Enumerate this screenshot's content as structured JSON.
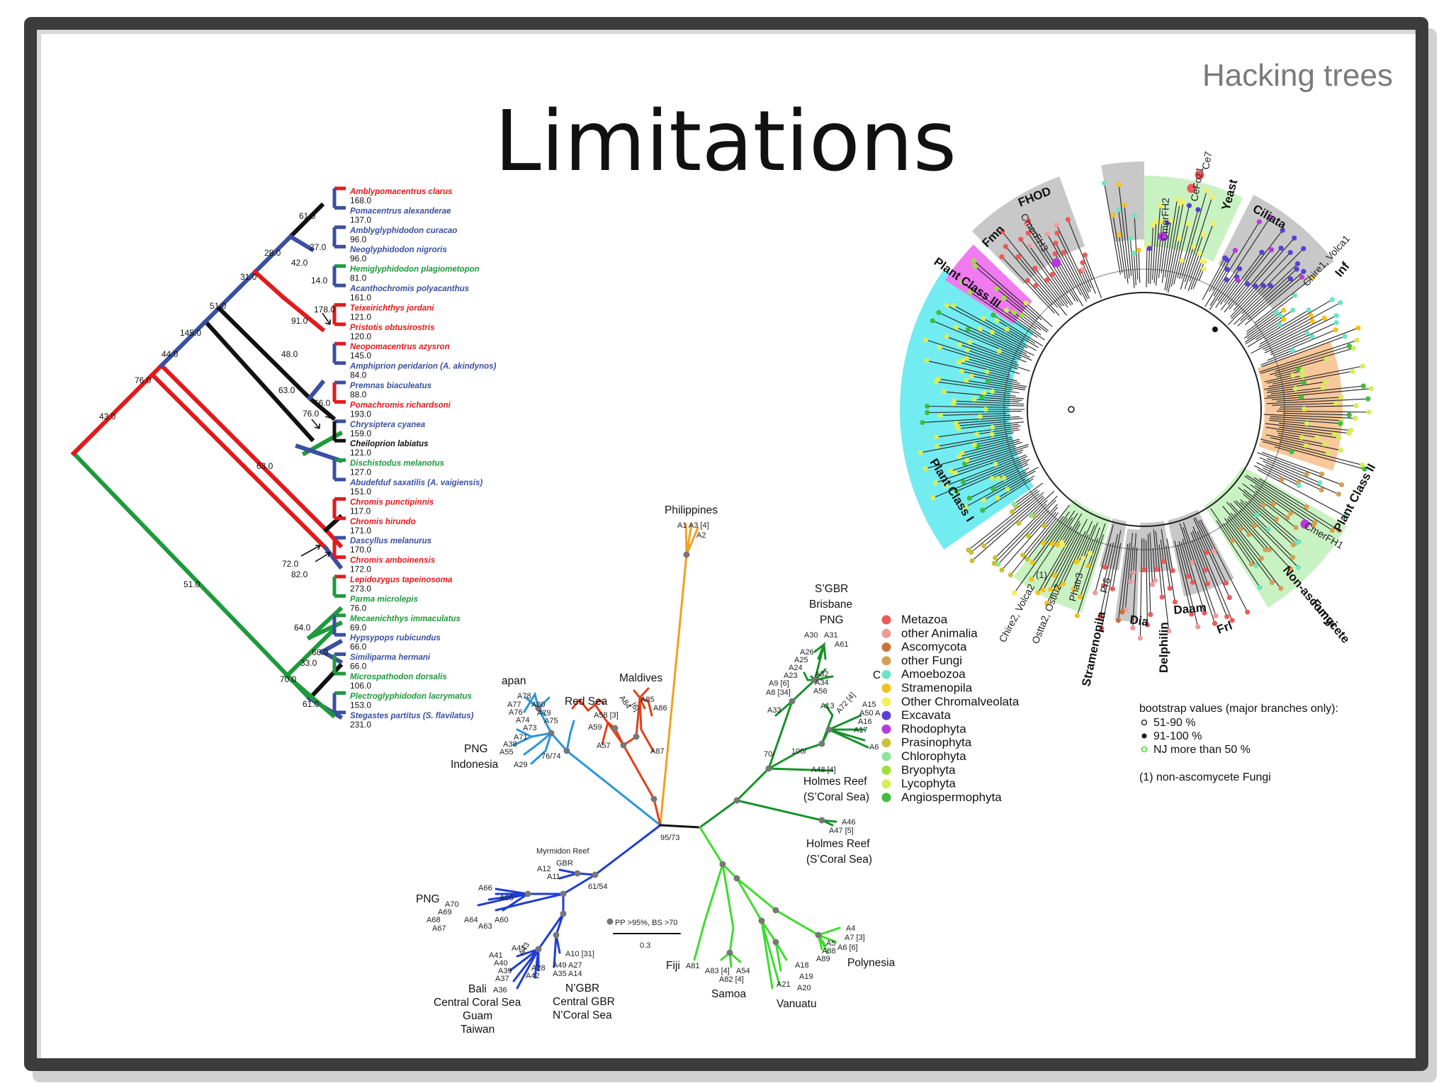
{
  "slide": {
    "header_tag": "Hacking trees",
    "title": "Limitations"
  },
  "colors": {
    "red": "#e31a1c",
    "blue": "#3a4fa2",
    "green": "#1e9a3c",
    "black": "#111111"
  },
  "fish_tree": {
    "taxa": [
      {
        "name": "Amblypomacentrus clarus",
        "value": "168.0",
        "color": "#e31a1c"
      },
      {
        "name": "Pomacentrus alexanderae",
        "value": "137.0",
        "color": "#3a4fa2"
      },
      {
        "name": "Amblyglyphidodon curacao",
        "value": "96.0",
        "color": "#3a4fa2"
      },
      {
        "name": "Neoglyphidodon nigroris",
        "value": "96.0",
        "color": "#3a4fa2"
      },
      {
        "name": "Hemiglyphidodon plagiometopon",
        "value": "81.0",
        "color": "#1e9a3c"
      },
      {
        "name": "Acanthochromis polyacanthus",
        "value": "161.0",
        "color": "#3a4fa2"
      },
      {
        "name": "Teixeirichthys jordani",
        "value": "121.0",
        "color": "#e31a1c"
      },
      {
        "name": "Pristotis obtusirostris",
        "value": "120.0",
        "color": "#e31a1c"
      },
      {
        "name": "Neopomacentrus azysron",
        "value": "145.0",
        "color": "#e31a1c"
      },
      {
        "name": "Amphiprion peridarion (A. akindynos)",
        "value": "84.0",
        "color": "#3a4fa2"
      },
      {
        "name": "Premnas biaculeatus",
        "value": "88.0",
        "color": "#3a4fa2"
      },
      {
        "name": "Pomachromis richardsoni",
        "value": "193.0",
        "color": "#e31a1c"
      },
      {
        "name": "Chrysiptera cyanea",
        "value": "159.0",
        "color": "#3a4fa2"
      },
      {
        "name": "Cheiloprion labiatus",
        "value": "121.0",
        "color": "#111111"
      },
      {
        "name": "Dischistodus melanotus",
        "value": "127.0",
        "color": "#1e9a3c"
      },
      {
        "name": "Abudefduf saxatilis (A. vaigiensis)",
        "value": "151.0",
        "color": "#3a4fa2"
      },
      {
        "name": "Chromis punctipinnis",
        "value": "117.0",
        "color": "#e31a1c"
      },
      {
        "name": "Chromis hirundo",
        "value": "171.0",
        "color": "#e31a1c"
      },
      {
        "name": "Dascyllus melanurus",
        "value": "170.0",
        "color": "#3a4fa2"
      },
      {
        "name": "Chromis amboinensis",
        "value": "172.0",
        "color": "#e31a1c"
      },
      {
        "name": "Lepidozygus tapeinosoma",
        "value": "273.0",
        "color": "#e31a1c"
      },
      {
        "name": "Parma microlepis",
        "value": "76.0",
        "color": "#1e9a3c"
      },
      {
        "name": "Mecaenichthys immaculatus",
        "value": "69.0",
        "color": "#1e9a3c"
      },
      {
        "name": "Hypsypops rubicundus",
        "value": "66.0",
        "color": "#3a4fa2"
      },
      {
        "name": "Similiparma hermani",
        "value": "66.0",
        "color": "#3a4fa2"
      },
      {
        "name": "Microspathodon dorsalis",
        "value": "106.0",
        "color": "#1e9a3c"
      },
      {
        "name": "Plectroglyphidodon lacrymatus",
        "value": "153.0",
        "color": "#1e9a3c"
      },
      {
        "name": "Stegastes partitus (S. flavilatus)",
        "value": "231.0",
        "color": "#3a4fa2"
      }
    ],
    "node_labels": {
      "n1": "61.0",
      "n2": "27.0",
      "n3": "28.0",
      "n4": "42.0",
      "n5": "14.0",
      "n6": "31.0",
      "n7": "178.0",
      "n8": "91.0",
      "n9": "51.0",
      "n10": "145.0",
      "n11": "48.0",
      "n12": "44.0",
      "n13": "76.0",
      "n14": "63.0",
      "n15": "66.0",
      "n16": "76.0",
      "n17": "43.0",
      "n18": "63.0",
      "n19": "72.0",
      "n20": "82.0",
      "n21": "51.0",
      "n22": "64.0",
      "n23": "68.0",
      "n24": "33.0",
      "n25": "70.0",
      "n26": "61.0"
    }
  },
  "unrooted_tree": {
    "regions": {
      "philippines": "Philippines",
      "maldives": "Maldives",
      "red_sea": "Red Sea",
      "japan": "apan",
      "png_indo_1": "PNG",
      "png_indo_2": "Indonesia",
      "sgbr_1": "S’GBR",
      "sgbr_2": "Brisbane",
      "sgbr_3": "PNG",
      "holmes1_1": "Holmes Reef",
      "holmes1_2": "(S’Coral Sea)",
      "holmes2_1": "Holmes Reef",
      "holmes2_2": "(S’Coral Sea)",
      "myrmidon": "Myrmidon Reef",
      "gbr": "GBR",
      "png_b": "PNG",
      "bali_1": "Bali",
      "bali_2": "Central Coral Sea",
      "bali_3": "Guam",
      "bali_4": "Taiwan",
      "ngbr_1": "N’GBR",
      "ngbr_2": "Central GBR",
      "ngbr_3": "N’Coral Sea",
      "fiji": "Fiji",
      "samoa": "Samoa",
      "vanuatu": "Vanuatu",
      "polynesia": "Polynesia",
      "clip": "C"
    },
    "support": {
      "s1": "95/73",
      "s2": "76/74",
      "s3": "61/54",
      "s4": "70/",
      "s5": "100/"
    },
    "legend_text": "PP >95%, BS >70",
    "scale_text": "0.3",
    "clade_labels": {
      "ph": "A1 A3 [4]",
      "ph2": "A2",
      "md1": "A84",
      "md2": "[6]",
      "md3": "A85",
      "md4": "A86",
      "md5": "A87",
      "rs1": "A58 [3]",
      "rs2": "A59",
      "rs3": "A57",
      "jp1": "A78",
      "jp2": "A77",
      "jp3": "A76",
      "jp4": "A80",
      "jp5": "A79",
      "jp6": "A74",
      "jp7": "A75",
      "jp8": "A73",
      "jp9": "A71",
      "jp10": "A38",
      "jp11": "A55",
      "jp12": "A29",
      "sg1": "A30",
      "sg2": "A31",
      "sg3": "A61",
      "sg4": "A26",
      "sg5": "A25",
      "sg6": "A24",
      "sg7": "A23",
      "sg8": "A32",
      "sg9": "A9 [6]",
      "sg10": "A34",
      "sg11": "A8 [34]",
      "sg12": "A56",
      "sg13": "A33",
      "sg14": "A13",
      "sg15": "A72 [4]",
      "sg16": "A15",
      "sg17": "A50 A",
      "sg18": "A16",
      "sg19": "A17",
      "sg20": "A6",
      "hr1": "A48 [4]",
      "hr2": "A46",
      "hr3": "A47 [5]",
      "my1": "A12",
      "my2": "A11",
      "pb1": "A66",
      "pb2": "A65",
      "pb3": "A70",
      "pb4": "A69",
      "pb5": "A68",
      "pb6": "A64",
      "pb7": "A60",
      "pb8": "A67",
      "pb9": "A63",
      "bl1": "A45",
      "bl2": "A41",
      "bl3": "A40",
      "bl4": "A39",
      "bl5": "A37",
      "bl6": "A36",
      "bl7": "A28",
      "bl8": "A42",
      "bl9": "A43",
      "ng1": "A10 [31]",
      "ng2": "A49 A27",
      "ng3": "A35 A14",
      "fj1": "A81",
      "sm1": "A83 [4]",
      "sm2": "A54",
      "sm3": "A82 [4]",
      "vn1": "A18",
      "vn2": "A19",
      "vn3": "A20",
      "vn4": "A21",
      "py1": "A4",
      "py2": "A7 [3]",
      "py3": "A5",
      "py4": "A6 [6]",
      "py5": "A88",
      "py6": "A89"
    }
  },
  "circular_tree": {
    "clades": {
      "fhod": "FHOD",
      "fmn": "Fmn",
      "cmerfh3": "CmerFH3",
      "plant3": "Plant Class III",
      "plant1": "Plant Class I",
      "plant2": "Plant Class II",
      "yeast": "Yeast",
      "ciliata": "Ciliata",
      "inf": "Inf",
      "chire1": "Chire1, Volca1",
      "cmerfh2": "CmerFH2",
      "cefoz": "CeFoz1",
      "ce7": "Ce7",
      "cmerfh1": "CmerFH1",
      "nonasco1": "Non-ascomycete",
      "nonasco2": "Fungi",
      "frl": "Frl",
      "daam": "Daam",
      "delphilin": "Delphilin",
      "dia": "Dia",
      "strameno": "Stramenopila",
      "phatr3": "Phatr3",
      "pr5": "Pr5",
      "ostta": "Ostta2, Ostlu2",
      "chire2": "Chire2, Volca2",
      "one": "(1)"
    },
    "legend": [
      {
        "label": "Metazoa",
        "color": "#ee5a5a"
      },
      {
        "label": "other Animalia",
        "color": "#f09a9a"
      },
      {
        "label": "Ascomycota",
        "color": "#c6733a"
      },
      {
        "label": "other Fungi",
        "color": "#d4a055"
      },
      {
        "label": "Amoebozoa",
        "color": "#6fe3c6"
      },
      {
        "label": "Stramenopila",
        "color": "#f2c21b"
      },
      {
        "label": "Other Chromalveolata",
        "color": "#f3ee62"
      },
      {
        "label": "Excavata",
        "color": "#5a3fd6"
      },
      {
        "label": "Rhodophyta",
        "color": "#b73ae0"
      },
      {
        "label": "Prasinophyta",
        "color": "#c8c23a"
      },
      {
        "label": "Chlorophyta",
        "color": "#8fe39a"
      },
      {
        "label": "Bryophyta",
        "color": "#9ae23b"
      },
      {
        "label": "Lycophyta",
        "color": "#d5ee5a"
      },
      {
        "label": "Angiospermophyta",
        "color": "#3cbd3c"
      }
    ],
    "bootstrap": {
      "title": "bootstrap values (major branches only):",
      "b1": "51-90 %",
      "b2": "91-100 %",
      "b3": "NJ more than 50 %",
      "note": "(1) non-ascomycete Fungi"
    }
  }
}
